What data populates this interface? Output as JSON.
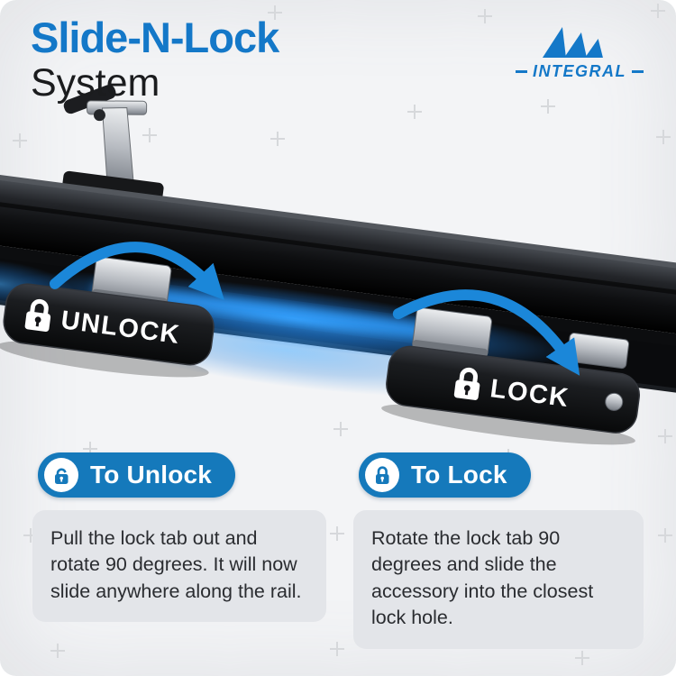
{
  "header": {
    "title_primary": "Slide-N-Lock",
    "title_secondary": "System"
  },
  "brand": {
    "name": "INTEGRAL",
    "logo_icon": "mountain-peaks-icon"
  },
  "diagram": {
    "description": "rail with two sliding lock tabs and blue rotation arrows",
    "unlock_tab_label": "UNLOCK",
    "lock_tab_label": "LOCK",
    "unlock_tab_icon": "padlock-icon",
    "lock_tab_icon": "padlock-icon",
    "left_arrow_icon": "rotate-arrow-icon",
    "right_arrow_icon": "rotate-arrow-icon"
  },
  "instructions": {
    "unlock": {
      "heading": "To Unlock",
      "icon": "padlock-open-icon",
      "body": "Pull the lock tab out and rotate 90 degrees. It will now slide anywhere along the rail."
    },
    "lock": {
      "heading": "To Lock",
      "icon": "padlock-closed-icon",
      "body": "Rotate the lock tab 90 degrees and slide the accessory into the closest lock hole."
    }
  },
  "colors": {
    "accent_blue": "#1478c8",
    "arrow_blue": "#1b87d9",
    "pill_blue": "#1579bb",
    "card_gray": "#e3e5e9",
    "background": "#f3f4f6",
    "glow_blue": "#2f9dff"
  }
}
